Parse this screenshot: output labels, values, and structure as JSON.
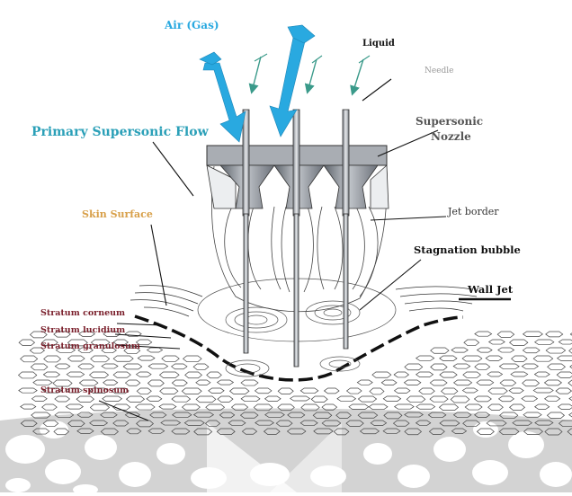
{
  "labels": {
    "air_gas": "Air (Gas)",
    "liquid": "Liquid",
    "needle": "Needle",
    "primary_flow": "Primary Supersonic Flow",
    "nozzle_line1": "Supersonic",
    "nozzle_line2": "Nozzle",
    "skin_surface": "Skin Surface",
    "jet_border": "Jet border",
    "stagnation_bubble": "Stagnation bubble",
    "wall_jet": "Wall Jet",
    "stratum_corneum": "Stratum corneum",
    "stratum_lucidium": "Stratum lucidium",
    "stratum_granulosum": "Stratum granulosum",
    "stratum_spinosum": "Stratum spinosum"
  },
  "colors": {
    "air_arrow": "#29a9e0",
    "primary_flow_text": "#2ba0b8",
    "skin_surface_text": "#d8a04a",
    "layer_text": "#7a1f2b",
    "needle_arrow": "#3a9a8a",
    "nozzle_body": "#8a8f97",
    "line": "#222222",
    "bottom_band": "#cfcfcf"
  }
}
